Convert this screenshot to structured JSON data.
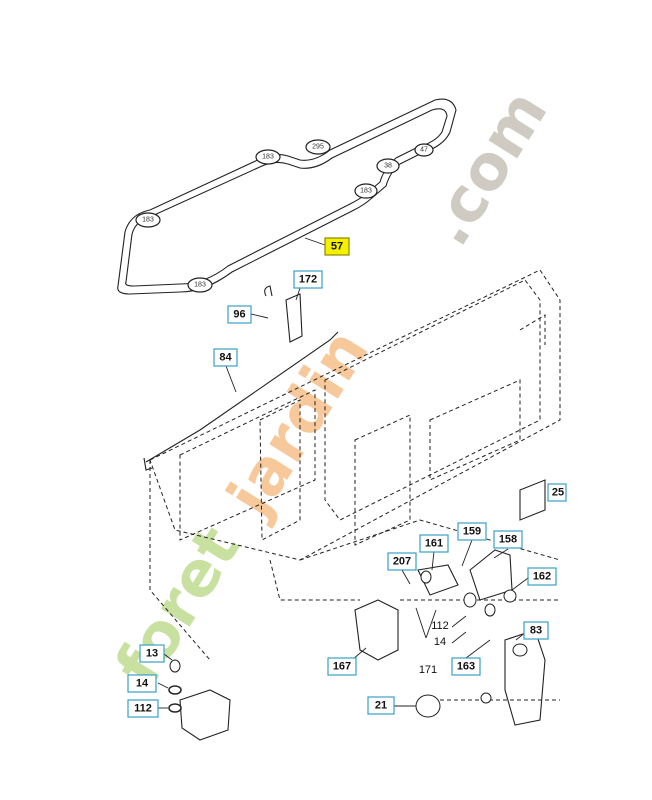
{
  "watermark": {
    "parts": [
      {
        "text": "foret",
        "color": "#c8e0a0"
      },
      {
        "text": "jardin",
        "color": "#f6c89a"
      },
      {
        "text": ".com",
        "color": "#cfcac2"
      }
    ]
  },
  "belt": {
    "label": "57"
  },
  "pulleys": [
    {
      "label": "183"
    },
    {
      "label": "295"
    },
    {
      "label": "38"
    },
    {
      "label": "47"
    },
    {
      "label": "183"
    },
    {
      "label": "183"
    },
    {
      "label": "183"
    }
  ],
  "callouts": [
    {
      "label": "172"
    },
    {
      "label": "96"
    },
    {
      "label": "84"
    },
    {
      "label": "159"
    },
    {
      "label": "158"
    },
    {
      "label": "207"
    },
    {
      "label": "161"
    },
    {
      "label": "162"
    },
    {
      "label": "112"
    },
    {
      "label": "14"
    },
    {
      "label": "163"
    },
    {
      "label": "83"
    },
    {
      "label": "167"
    },
    {
      "label": "171"
    },
    {
      "label": "13"
    },
    {
      "label": "14"
    },
    {
      "label": "112"
    },
    {
      "label": "21"
    },
    {
      "label": "25"
    }
  ],
  "colors": {
    "callout_border": "#3aa0c8",
    "highlight": "#f4f000"
  }
}
